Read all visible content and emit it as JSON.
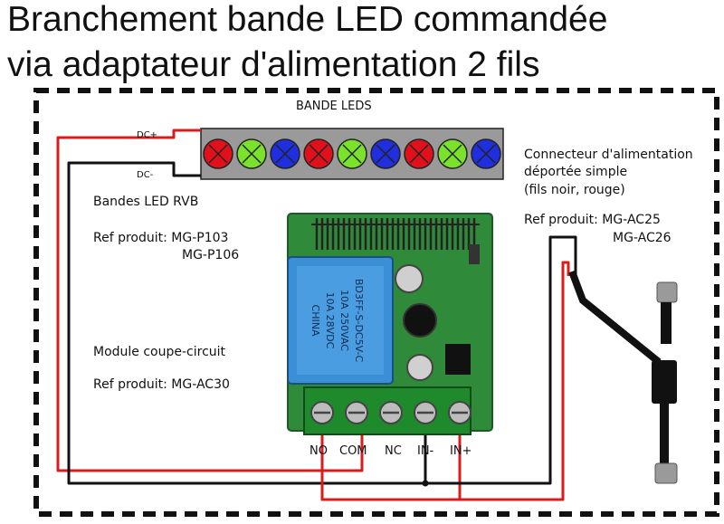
{
  "title": {
    "line1": "Branchement bande LED commandée",
    "line2": "via adaptateur d'alimentation 2 fils"
  },
  "strip": {
    "label": "BANDE LEDS",
    "dc_plus": "DC+",
    "dc_minus": "DC-",
    "led_colors": [
      "#e2101a",
      "#7be22b",
      "#1f2fe0",
      "#e2101a",
      "#7be22b",
      "#1f2fe0",
      "#e2101a",
      "#7be22b",
      "#1f2fe0"
    ]
  },
  "left_notes": {
    "strip_name": "Bandes LED RVB",
    "strip_ref_line1": "Ref produit: MG-P103",
    "strip_ref_line2": "MG-P106",
    "module_name": "Module coupe-circuit",
    "module_ref": "Ref produit: MG-AC30"
  },
  "right_notes": {
    "line1": "Connecteur d'alimentation",
    "line2": "déportée simple",
    "line3": "(fils noir, rouge)",
    "ref_line1": "Ref produit: MG-AC25",
    "ref_line2": "MG-AC26"
  },
  "relay": {
    "text1": "BD3FF-S-DC5V-C",
    "text2": "10A 250VAC",
    "text3": "10A 28VDC",
    "text4": "CHINA",
    "terminals": [
      "NO",
      "COM",
      "NC",
      "IN-",
      "IN+"
    ]
  },
  "colors": {
    "wire_red": "#d91c1c",
    "wire_black": "#111111",
    "pcb_green": "#2f8a3a",
    "relay_blue": "#3b8fd6"
  }
}
